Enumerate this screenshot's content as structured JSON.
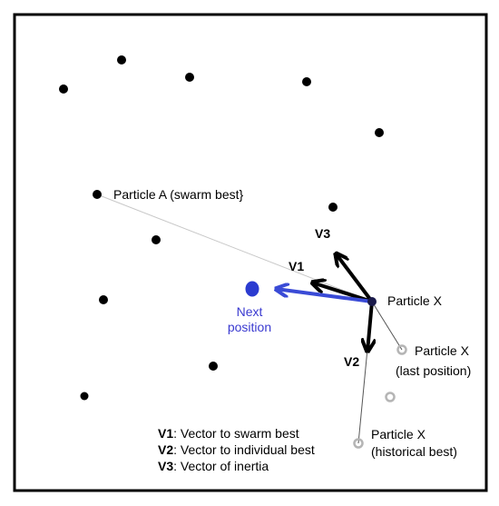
{
  "diagram": {
    "labels": {
      "particle_a": "Particle A (swarm best}",
      "particle_x": "Particle X",
      "particle_x_last_line1": "Particle X",
      "particle_x_last_line2": "(last position)",
      "particle_x_hist_line1": "Particle X",
      "particle_x_hist_line2": "(historical best)",
      "next_position_line1": "Next",
      "next_position_line2": "position",
      "v1": "V1",
      "v2": "V2",
      "v3": "V3"
    },
    "legend": [
      {
        "key": "V1",
        "text": ": Vector to swarm best"
      },
      {
        "key": "V2",
        "text": ": Vector to individual best"
      },
      {
        "key": "V3",
        "text": ": Vector of inertia"
      }
    ],
    "colors": {
      "frame": "#000000",
      "particle": "#000000",
      "next_position": "#2b3bd0",
      "blue_vector": "#3a4bd6",
      "ghost_particle": "#b5b5b5",
      "guide_line": "#bdbdbd"
    }
  }
}
